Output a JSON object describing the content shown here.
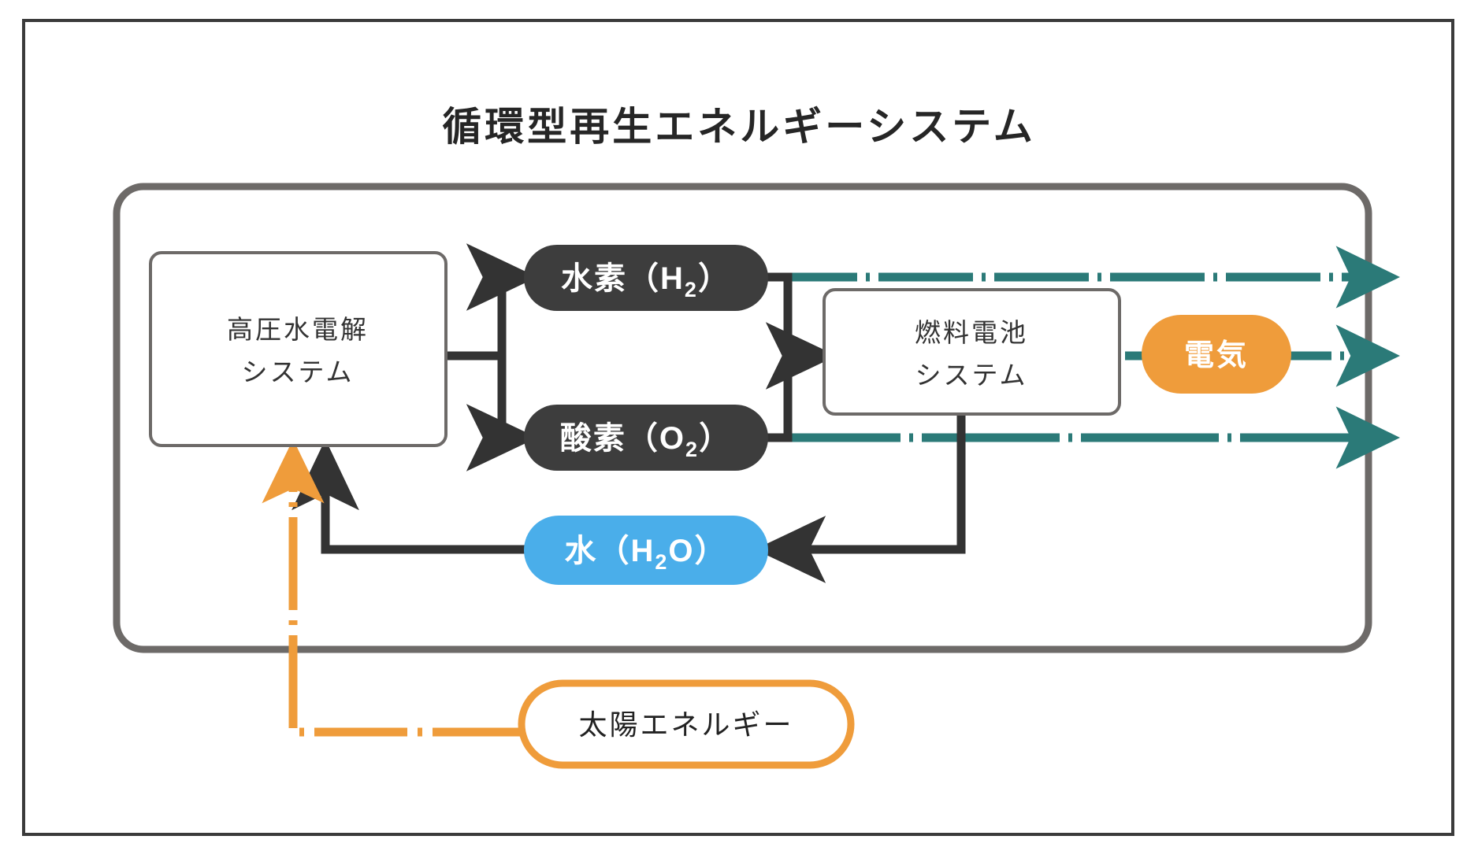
{
  "diagram": {
    "title": "循環型再生エネルギーシステム",
    "colors": {
      "frame": "#3b3b3b",
      "container_border": "#6d6a68",
      "dark_node": "#3d3d3d",
      "dark_arrow": "#333333",
      "teal_flow": "#2b7a78",
      "orange": "#ef9c3b",
      "blue": "#4aaeea",
      "box_border": "#6d6a68",
      "text_dark": "#333333",
      "text_light": "#ffffff"
    },
    "nodes": {
      "electrolysis": {
        "line1": "高圧水電解",
        "line2": "システム",
        "type": "box-white"
      },
      "hydrogen": {
        "label": "水素（H",
        "sub": "2",
        "label_tail": "）",
        "type": "pill-dark"
      },
      "oxygen": {
        "label": "酸素（O",
        "sub": "2",
        "label_tail": "）",
        "type": "pill-dark"
      },
      "fuelcell": {
        "line1": "燃料電池",
        "line2": "システム",
        "type": "box-white"
      },
      "electricity": {
        "label": "電気",
        "type": "pill-orange"
      },
      "water": {
        "label": "水（H",
        "sub": "2",
        "label_tail": "O）",
        "type": "pill-blue"
      },
      "solar": {
        "label": "太陽エネルギー",
        "type": "box-orange-outline"
      }
    },
    "flows": [
      {
        "name": "electrolysis-to-hydrogen",
        "style": "solid-dark",
        "from": "electrolysis",
        "to": "hydrogen"
      },
      {
        "name": "electrolysis-to-oxygen",
        "style": "solid-dark",
        "from": "electrolysis",
        "to": "oxygen"
      },
      {
        "name": "hydrogen-to-fuelcell",
        "style": "solid-dark",
        "from": "hydrogen",
        "to": "fuelcell"
      },
      {
        "name": "oxygen-to-fuelcell",
        "style": "solid-dark",
        "from": "oxygen",
        "to": "fuelcell"
      },
      {
        "name": "fuelcell-to-water",
        "style": "solid-dark",
        "from": "fuelcell",
        "to": "water"
      },
      {
        "name": "water-to-electrolysis",
        "style": "solid-dark",
        "from": "water",
        "to": "electrolysis"
      },
      {
        "name": "hydrogen-export",
        "style": "dash-dot-teal",
        "from": "hydrogen",
        "to": "external"
      },
      {
        "name": "electricity-export",
        "style": "dash-dot-teal",
        "from": "electricity",
        "to": "external"
      },
      {
        "name": "oxygen-export",
        "style": "dash-dot-teal",
        "from": "oxygen",
        "to": "external"
      },
      {
        "name": "solar-to-electrolysis",
        "style": "dash-dot-orange",
        "from": "solar",
        "to": "electrolysis"
      }
    ]
  }
}
